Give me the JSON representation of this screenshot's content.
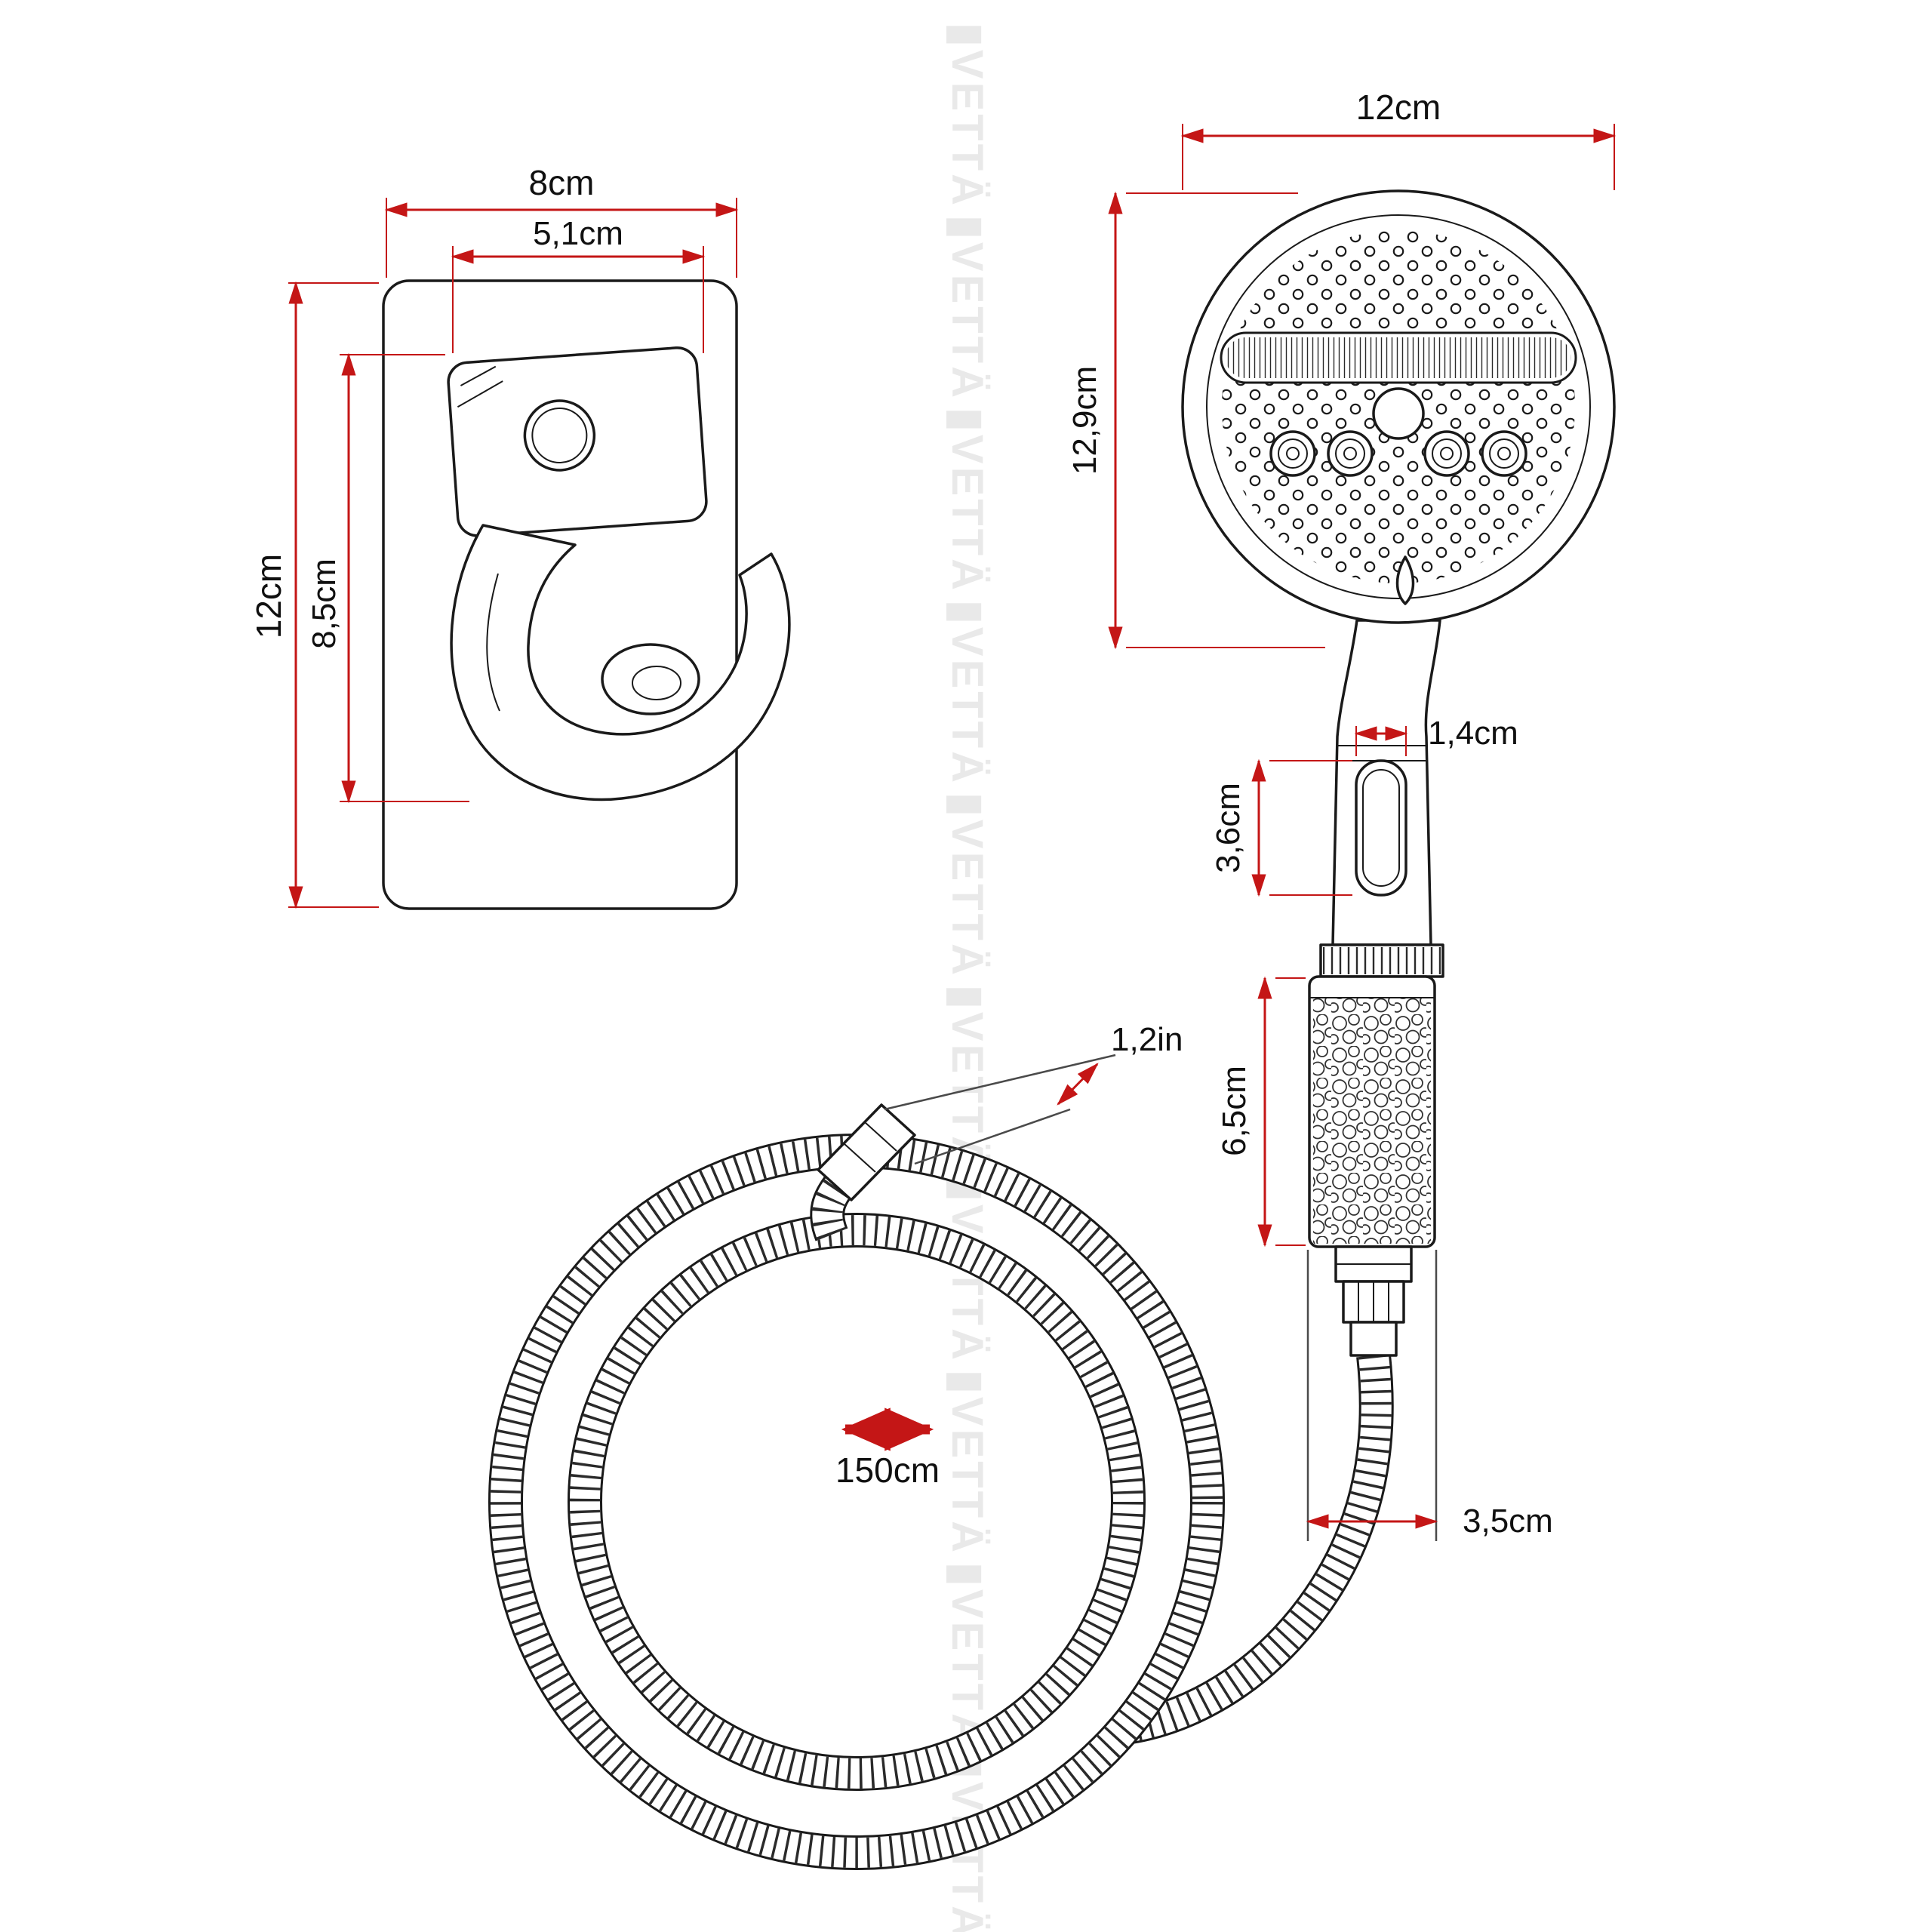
{
  "watermark": {
    "text": "▮VETTÄ",
    "color": "#e9e9e9"
  },
  "colors": {
    "dimension_red": "#c41616",
    "line_art": "#1a1a1a",
    "background": "#ffffff"
  },
  "holder": {
    "name": "wall-mount-holder",
    "outer_width": "8cm",
    "inner_width": "5,1cm",
    "outer_height": "12cm",
    "inner_height": "8,5cm"
  },
  "shower": {
    "name": "hand-shower-head",
    "head_width": "12cm",
    "head_height": "12,9cm",
    "button_width": "1,4cm",
    "button_height": "3,6cm",
    "filter_height": "6,5cm",
    "base_width": "3,5cm"
  },
  "hose": {
    "name": "shower-hose",
    "connector_size": "1,2in",
    "length": "150cm"
  }
}
